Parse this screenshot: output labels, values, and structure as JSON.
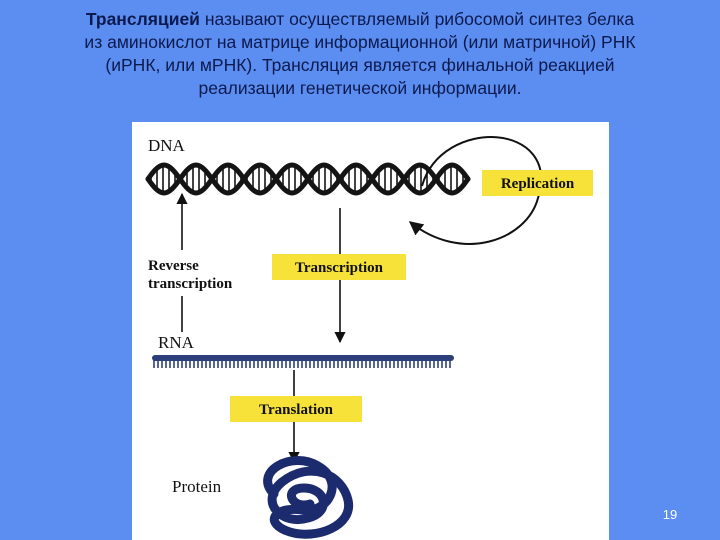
{
  "text": {
    "term": "Трансляцией",
    "body_l1": " называют осуществляемый рибосомой синтез белка",
    "body_l2": "из аминокислот на матрице информационной (или матричной) РНК",
    "body_l3": "(иРНК, или мРНК). Трансляция является финальной реакцией",
    "body_l4": "реализации генетической информации."
  },
  "diagram": {
    "dna_label": "DNA",
    "rna_label": "RNA",
    "protein_label": "Protein",
    "replication_label": "Replication",
    "transcription_label": "Transcription",
    "translation_label": "Translation",
    "reverse_label_1": "Reverse",
    "reverse_label_2": "transcription",
    "box_color": "#f7e23a",
    "strand_color": "#141414",
    "protein_color": "#1c2a6e"
  },
  "page_number": "19"
}
